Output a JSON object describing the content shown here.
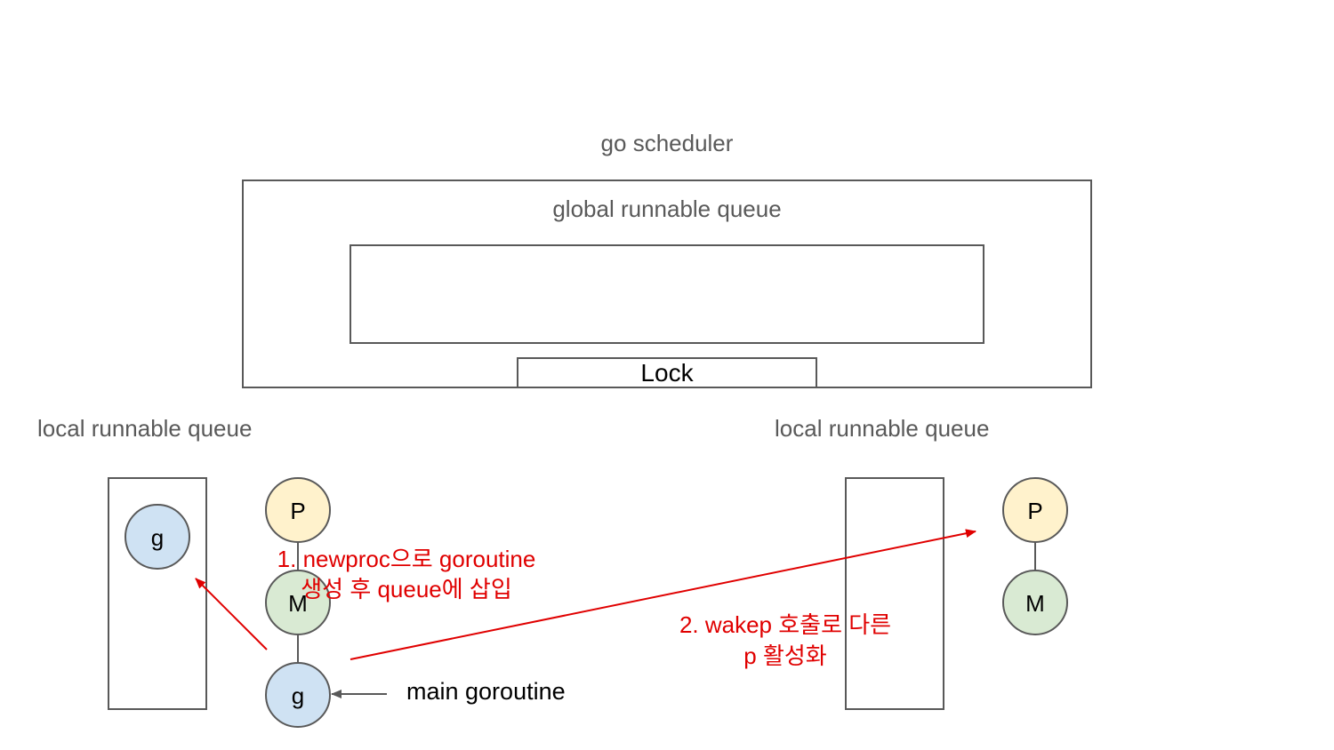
{
  "title": "go scheduler",
  "global_queue": {
    "label": "global runnable queue",
    "lock_label": "Lock"
  },
  "left": {
    "queue_label": "local runnable queue",
    "queued_g": "g",
    "p": "P",
    "m": "M",
    "g": "g",
    "main_label": "main goroutine"
  },
  "right": {
    "queue_label": "local runnable queue",
    "p": "P",
    "m": "M"
  },
  "annotations": {
    "step1_line1": "1. newproc으로 goroutine",
    "step1_line2": "생성 후 queue에 삽입",
    "step2_line1": "2. wakep 호출로 다른",
    "step2_line2": "p 활성화"
  },
  "colors": {
    "p_fill": "#fff2cc",
    "m_fill": "#d9ead3",
    "g_fill": "#cfe2f3",
    "stroke": "#595959",
    "arrow_red": "#e00000"
  }
}
